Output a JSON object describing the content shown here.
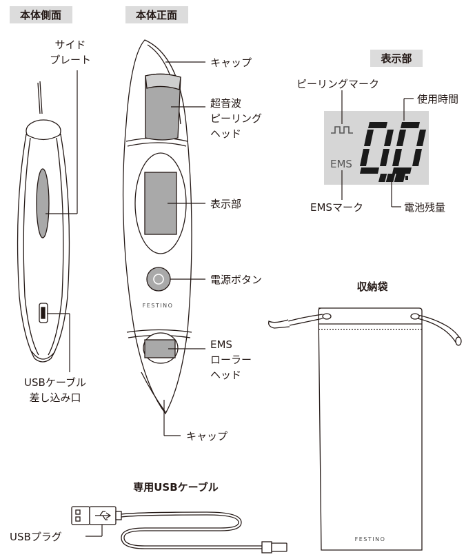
{
  "headers": {
    "side_view": "本体側面",
    "front_view": "本体正面",
    "display": "表示部",
    "pouch": "収納袋",
    "usb_cable": "専用USBケーブル"
  },
  "side_labels": {
    "side_plate_1": "サイド",
    "side_plate_2": "プレート",
    "usb_port_1": "USBケーブル",
    "usb_port_2": "差し込み口"
  },
  "front_labels": {
    "cap_top": "キャップ",
    "peeling_1": "超音波",
    "peeling_2": "ピーリング",
    "peeling_3": "ヘッド",
    "display": "表示部",
    "power": "電源ボタン",
    "ems_1": "EMS",
    "ems_2": "ローラー",
    "ems_3": "ヘッド",
    "cap_bottom": "キャップ",
    "brand": "FESTINO"
  },
  "display_labels": {
    "peeling_mark": "ピーリングマーク",
    "usage_time": "使用時間",
    "ems_text": "EMS",
    "ems_mark": "EMSマーク",
    "battery": "電池残量",
    "digits": "00"
  },
  "pouch": {
    "brand": "FESTINO"
  },
  "usb": {
    "plug_label": "USBプラグ"
  },
  "colors": {
    "header_bg": "#dcdcdc",
    "display_bg": "#d6d6d6",
    "gray_part": "#a9a9a9",
    "line": "#231815"
  }
}
